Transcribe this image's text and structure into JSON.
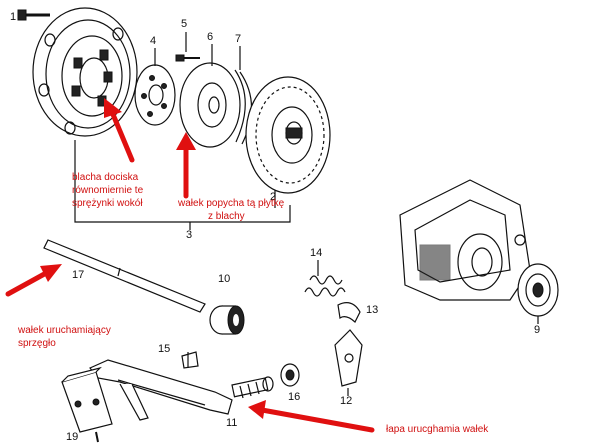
{
  "part_numbers": {
    "n1": "1",
    "n2": "2",
    "n3": "3",
    "n4": "4",
    "n5": "5",
    "n6": "6",
    "n7": "7",
    "n9": "9",
    "n10": "10",
    "n11": "11",
    "n12": "12",
    "n13": "13",
    "n14": "14",
    "n15": "15",
    "n16": "16",
    "n17": "17",
    "n19": "19"
  },
  "annotations": {
    "pressure_plate": [
      "blacha dociska",
      "równomiernie te",
      "sprężynki wokół"
    ],
    "follower_shaft": [
      "wałek popycha tą płytkę",
      "z blachy"
    ],
    "release_shaft": [
      "wałek uruchamiający",
      "sprzęgło"
    ],
    "lever": "łapa urucghamia wałek"
  },
  "colors": {
    "annotation": "#e01010",
    "line_art": "#111111",
    "background": "#ffffff"
  }
}
